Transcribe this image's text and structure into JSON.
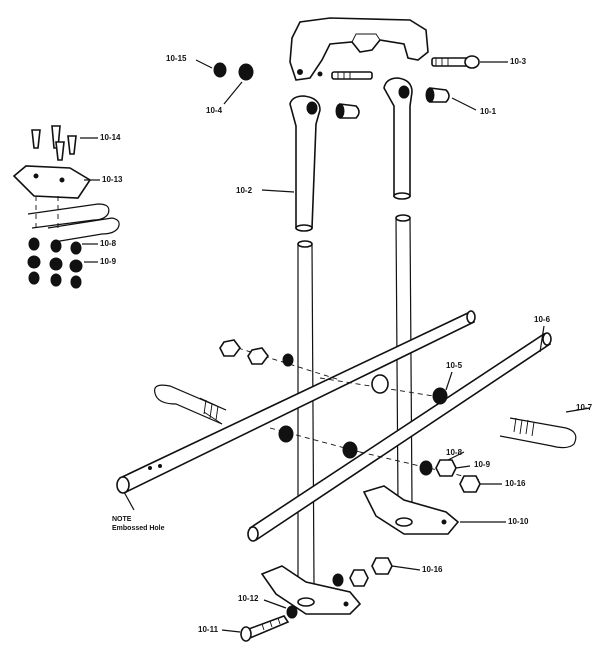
{
  "labels": {
    "l_10_15": "10-15",
    "l_10_3": "10-3",
    "l_10_4": "10-4",
    "l_10_1": "10-1",
    "l_10_14": "10-14",
    "l_10_13": "10-13",
    "l_10_2": "10-2",
    "l_10_8a": "10-8",
    "l_10_9a": "10-9",
    "l_10_6": "10-6",
    "l_10_5": "10-5",
    "l_10_7": "10-7",
    "l_10_8b": "10-8",
    "l_10_9b": "10-9",
    "l_10_16a": "10-16",
    "l_10_10": "10-10",
    "l_10_16b": "10-16",
    "l_10_12": "10-12",
    "l_10_11": "10-11"
  },
  "note": {
    "title": "NOTE",
    "text": "Embossed Hole"
  }
}
